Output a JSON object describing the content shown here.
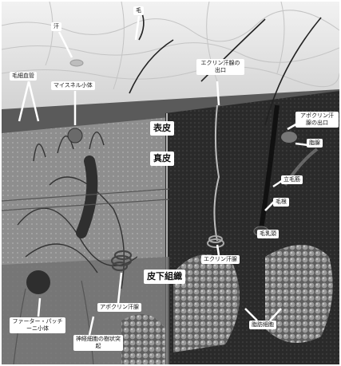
{
  "labels": {
    "sweat": "汗",
    "hair": "毛",
    "eccrine_outlet": "エクリン汗腺の出口",
    "capillary": "毛細血管",
    "meissner": "マイスネル小体",
    "apocrine_outlet": "アポクリン汗腺の出口",
    "epidermis": "表皮",
    "dermis": "真皮",
    "sebaceous": "脂腺",
    "arrector": "立毛筋",
    "hair_root": "毛根",
    "hair_papilla": "毛乳頭",
    "subcutis": "皮下組織",
    "eccrine_gland": "エクリン汗腺",
    "apocrine_gland": "アポクリン汗腺",
    "pacinian": "ファーター・パッチーニ小体",
    "nerve_ending": "神経細胞の樹状突起",
    "fat_cells": "脂肪細胞"
  },
  "colors": {
    "surface": "#d6d6d6",
    "dermis_left": "#9a9a9a",
    "dermis_right": "#2b2b2b",
    "label_bg": "#ffffff"
  }
}
